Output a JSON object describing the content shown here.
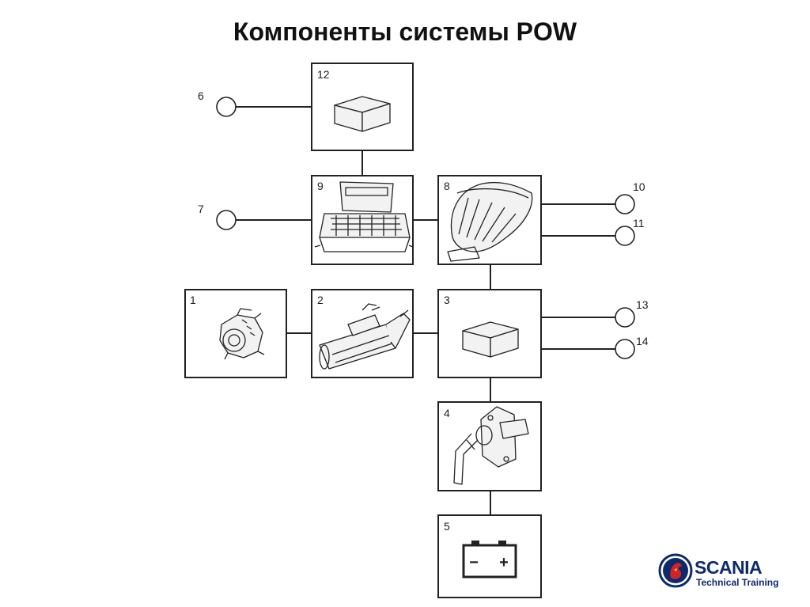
{
  "title": "Компоненты системы POW",
  "components": [
    {
      "num": "1",
      "icon": "alternator-icon"
    },
    {
      "num": "2",
      "icon": "starter-motor-icon"
    },
    {
      "num": "3",
      "icon": "control-unit-icon"
    },
    {
      "num": "4",
      "icon": "main-switch-icon"
    },
    {
      "num": "5",
      "icon": "battery-icon"
    },
    {
      "num": "8",
      "icon": "instrument-cluster-icon"
    },
    {
      "num": "9",
      "icon": "central-electric-unit-icon"
    },
    {
      "num": "12",
      "icon": "control-unit-icon"
    }
  ],
  "connectors": [
    "6",
    "7",
    "10",
    "11",
    "13",
    "14"
  ],
  "battery_signs": {
    "minus": "−",
    "plus": "+"
  },
  "logo": {
    "name": "SCANIA",
    "subtitle": "Technical Training",
    "color": "#0d2a6b"
  }
}
